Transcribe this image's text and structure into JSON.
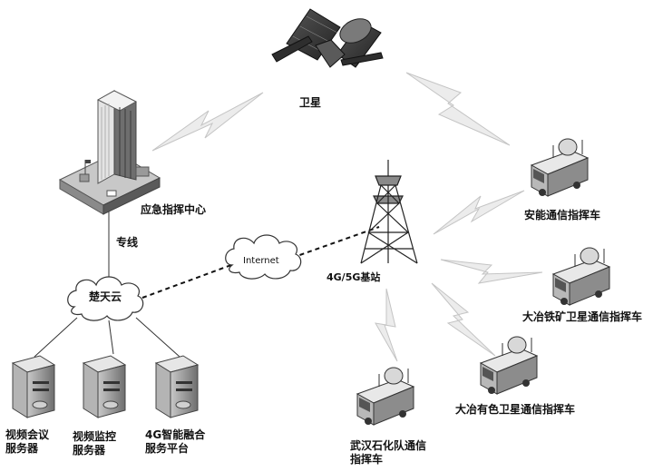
{
  "labels": {
    "satellite": "卫星",
    "command_center": "应急指挥中心",
    "dedicated_line": "专线",
    "internet": "Internet",
    "base_station": "4G/5G基站",
    "chutian_cloud": "楚天云",
    "video_conference_server": [
      "视频会议",
      "服务器"
    ],
    "video_monitor_server": [
      "视频监控",
      "服务器"
    ],
    "fusion_platform": [
      "4G智能融合",
      "服务平台"
    ],
    "vehicle_anneng": "安能通信指挥车",
    "vehicle_daye_iron": "大冶铁矿卫星通信指挥车",
    "vehicle_daye_nonferrous": "大冶有色卫星通信指挥车",
    "vehicle_wuhan_petro": [
      "武汉石化队通信",
      "指挥车"
    ]
  }
}
